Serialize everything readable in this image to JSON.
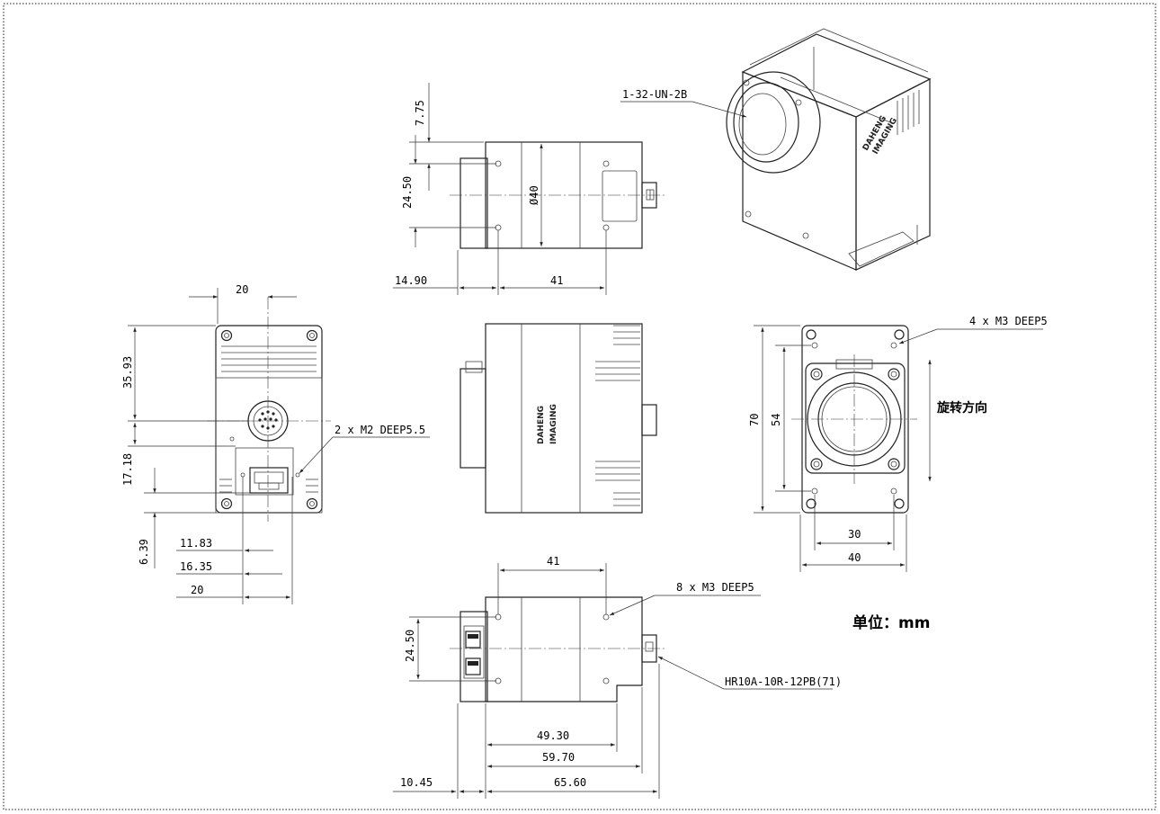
{
  "top_view": {
    "dims": {
      "d775": "7.75",
      "d2450": "24.50",
      "d1490": "14.90",
      "d41": "41",
      "phi40": "Ø40"
    }
  },
  "left_view": {
    "dims": {
      "d20_top": "20",
      "d3593": "35.93",
      "d1718": "17.18",
      "d639": "6.39",
      "d1183": "11.83",
      "d1635": "16.35",
      "d20_bottom": "20"
    },
    "labels": {
      "m2": "2 x M2 DEEP5.5"
    }
  },
  "right_view": {
    "dims": {
      "d70": "70",
      "d54": "54",
      "d30": "30",
      "d40": "40"
    },
    "labels": {
      "m3_4": "4 x M3 DEEP5",
      "rotation": "旋转方向"
    }
  },
  "iso_view": {
    "labels": {
      "thread": "1-32-UN-2B"
    }
  },
  "front_view": {
    "logo_line1": "DAHENG",
    "logo_line2": "IMAGING"
  },
  "bottom_view": {
    "dims": {
      "d41": "41",
      "d2450": "24.50",
      "d4930": "49.30",
      "d5970": "59.70",
      "d1045": "10.45",
      "d6560": "65.60"
    },
    "labels": {
      "m3_8": "8 x M3 DEEP5",
      "connector": "HR10A-10R-12PB(71)"
    }
  },
  "units": "单位：mm"
}
